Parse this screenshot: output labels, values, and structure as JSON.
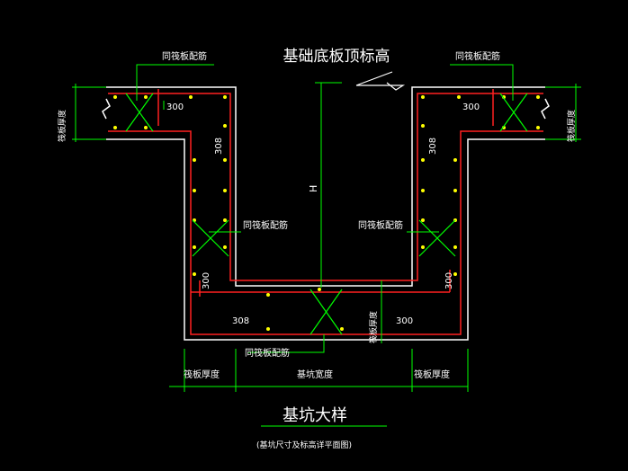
{
  "title": "基坑大样",
  "subtitle": "(基坑尺寸及标高详平面图)",
  "top_label": "基础底板顶标高",
  "same_raft_rebar": "同筏板配筋",
  "raft_thickness": "筏板厚度",
  "pit_width": "基坑宽度",
  "height_symbol": "H",
  "dim_300": "300",
  "dim_308": "308",
  "colors": {
    "background": "#000000",
    "outline": "#ffffff",
    "rebar": "#ff2020",
    "dimension": "#00ff00",
    "text": "#ffffff",
    "bar_dot": "#ffff00",
    "cross": "#00ff00"
  }
}
